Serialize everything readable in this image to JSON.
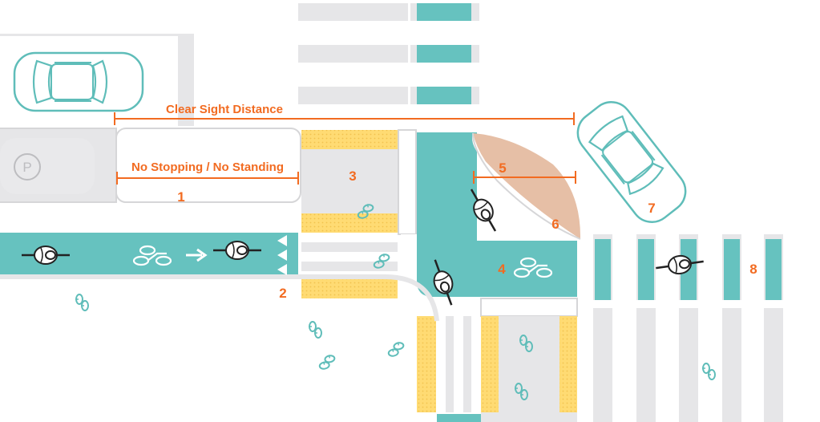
{
  "colors": {
    "orange": "#F26B21",
    "teal": "#66C2BF",
    "teal_dark": "#58B7B3",
    "sidewalk": "#E6E6E8",
    "curb_line": "#D6D6D8",
    "yellow": "#FFDB73",
    "yellow_dot": "#F2C24E",
    "clear_zone": "#E6BFA6",
    "road": "#FFFFFF",
    "outline_teal": "#5FBDB9"
  },
  "icons": {
    "parking": "parking-sign-icon",
    "car": "car-icon",
    "cyclist": "cyclist-icon",
    "pedestrian": "pedestrian-footprints-icon",
    "bike_stencil": "bike-lane-symbol-icon",
    "arrow": "arrow-right-icon",
    "yield": "yield-triangle-icon"
  },
  "labels": {
    "clear_sight": "Clear Sight Distance",
    "no_stopping": "No Stopping / No Standing",
    "parking_symbol": "P"
  },
  "callouts": [
    {
      "id": "1",
      "text": "1"
    },
    {
      "id": "2",
      "text": "2"
    },
    {
      "id": "3",
      "text": "3"
    },
    {
      "id": "4",
      "text": "4"
    },
    {
      "id": "5",
      "text": "5"
    },
    {
      "id": "6",
      "text": "6"
    },
    {
      "id": "7",
      "text": "7"
    },
    {
      "id": "8",
      "text": "8"
    }
  ]
}
